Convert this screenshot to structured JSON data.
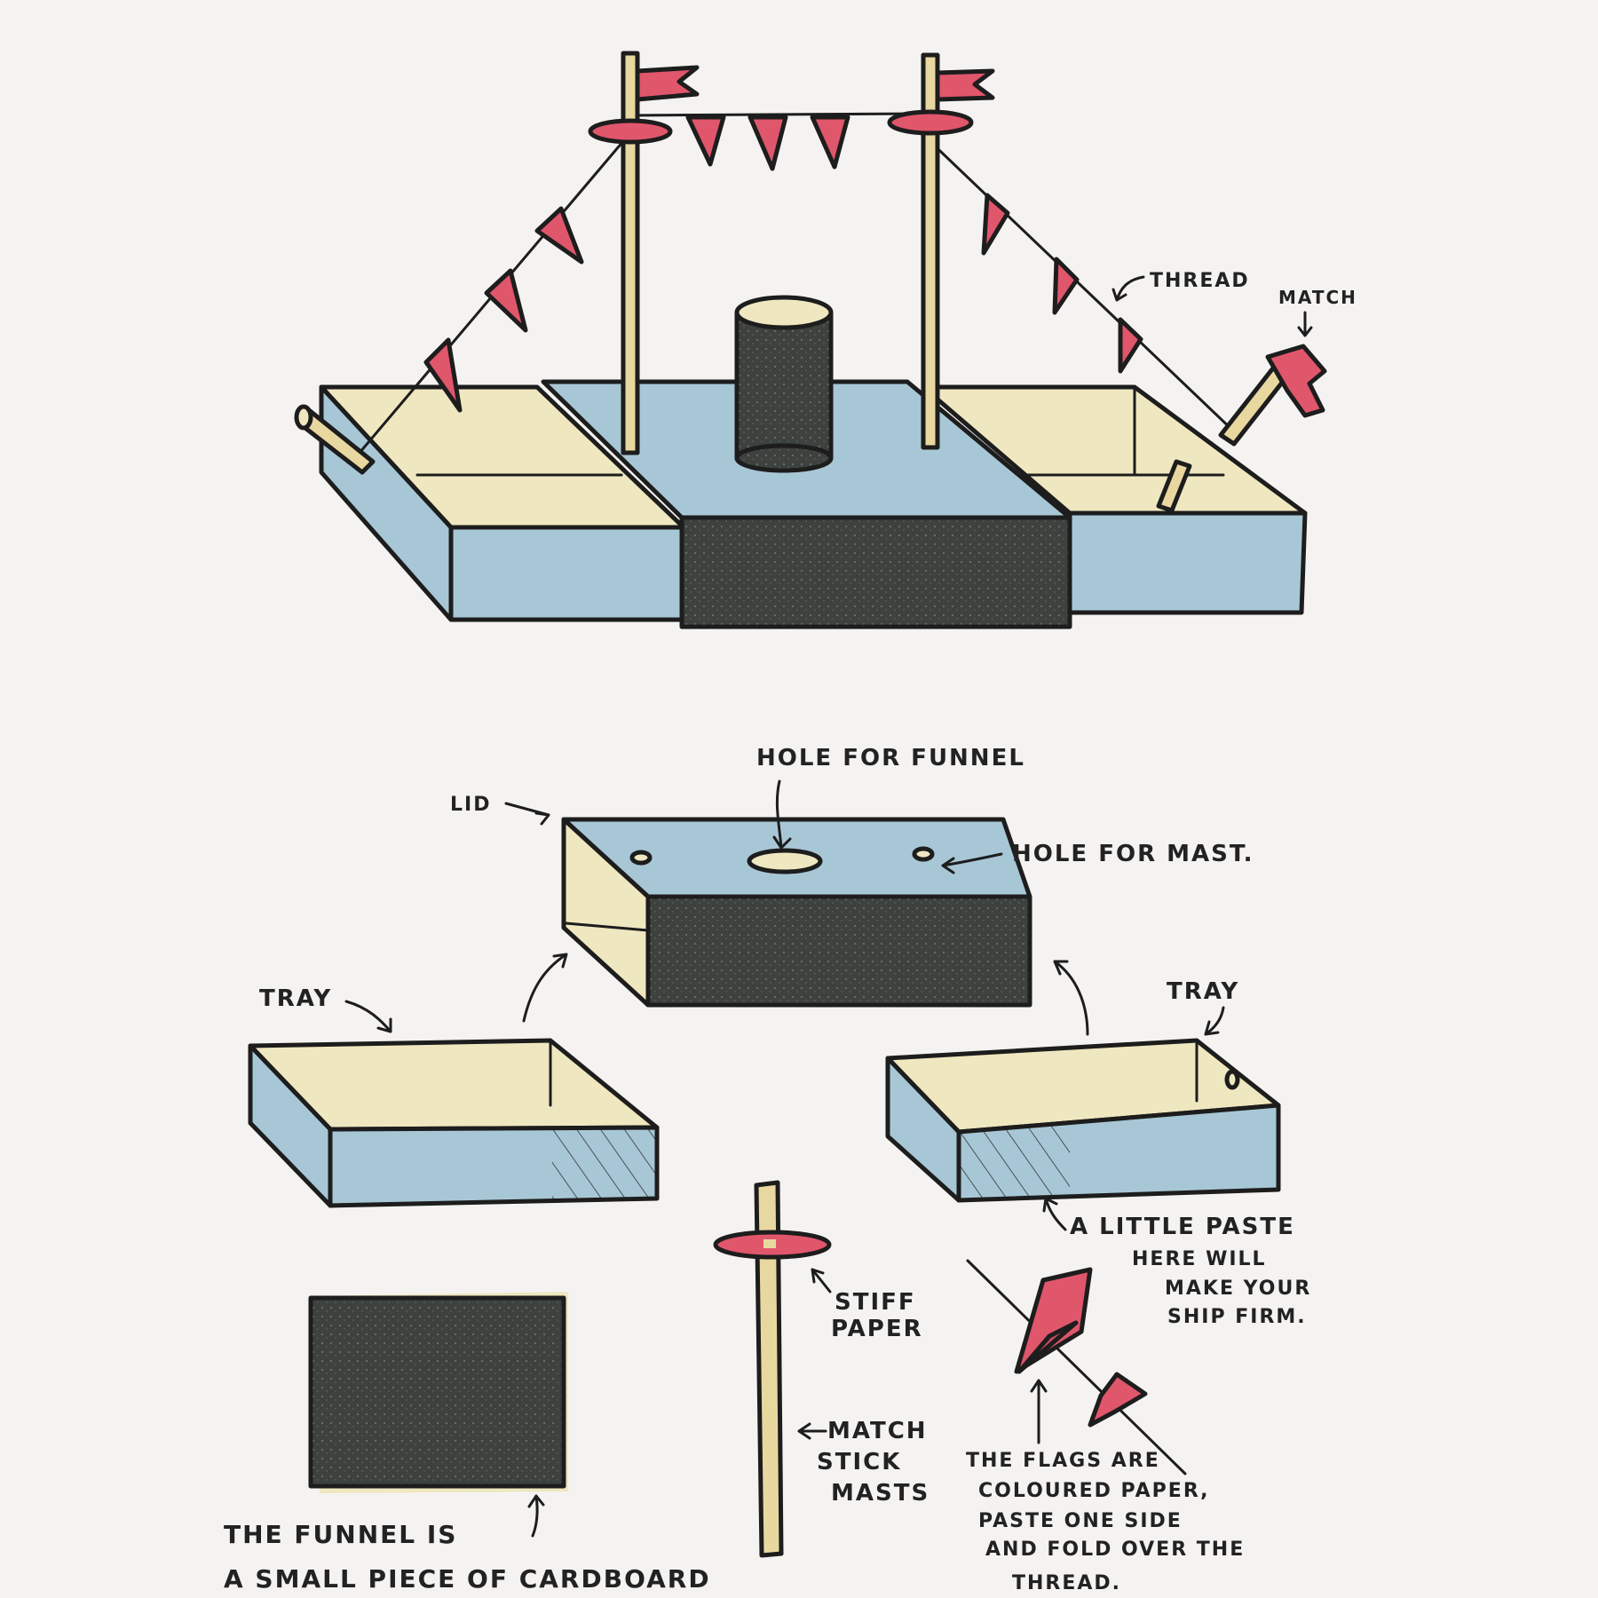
{
  "colors": {
    "paper": "#f4f3f1",
    "box_blue": "#a8c7d6",
    "box_cream": "#efe7bf",
    "dark": "#3e423f",
    "flag_red": "#e0566b",
    "match_wood": "#e8d8a0"
  },
  "labels": {
    "thread": "THREAD",
    "match": "MATCH",
    "hole_for_funnel": "HOLE FOR FUNNEL",
    "lid": "LID",
    "hole_for_mast": "HOLE FOR MAST.",
    "tray_left": "TRAY",
    "tray_right": "TRAY",
    "paste_line1": "A LITTLE PASTE",
    "paste_line2": "HERE WILL",
    "paste_line3": "MAKE YOUR",
    "paste_line4": "SHIP FIRM.",
    "stiff_paper_line1": "STIFF",
    "stiff_paper_line2": "PAPER",
    "match_stick_line1": "MATCH",
    "match_stick_line2": "STICK",
    "match_stick_line3": "MASTS",
    "flags_line1": "THE FLAGS ARE",
    "flags_line2": "COLOURED PAPER,",
    "flags_line3": "PASTE ONE SIDE",
    "flags_line4": "AND FOLD OVER THE",
    "flags_line5": "THREAD.",
    "funnel_line1": "THE FUNNEL IS",
    "funnel_line2": "A SMALL PIECE OF CARDBOARD"
  }
}
